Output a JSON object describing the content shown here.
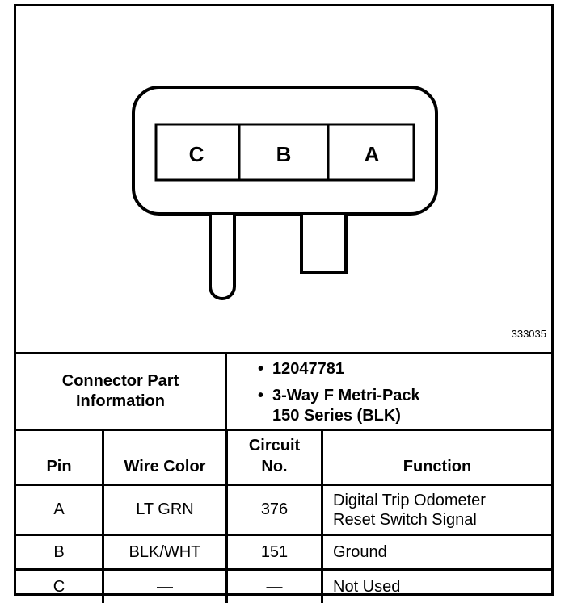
{
  "figure_id": "333035",
  "connector": {
    "pins": [
      "C",
      "B",
      "A"
    ]
  },
  "part_info": {
    "label_line1": "Connector Part",
    "label_line2": "Information",
    "part_number": "12047781",
    "description_line1": "3-Way F Metri-Pack",
    "description_line2": "150 Series (BLK)"
  },
  "pin_table": {
    "headers": {
      "pin": "Pin",
      "wire_color": "Wire Color",
      "circuit_line1": "Circuit",
      "circuit_line2": "No.",
      "function": "Function"
    },
    "rows": [
      {
        "pin": "A",
        "wire_color": "LT GRN",
        "circuit": "376",
        "function_line1": "Digital Trip Odometer",
        "function_line2": "Reset Switch Signal"
      },
      {
        "pin": "B",
        "wire_color": "BLK/WHT",
        "circuit": "151",
        "function_line1": "Ground",
        "function_line2": ""
      },
      {
        "pin": "C",
        "wire_color": "—",
        "circuit": "—",
        "function_line1": "Not Used",
        "function_line2": ""
      }
    ]
  }
}
